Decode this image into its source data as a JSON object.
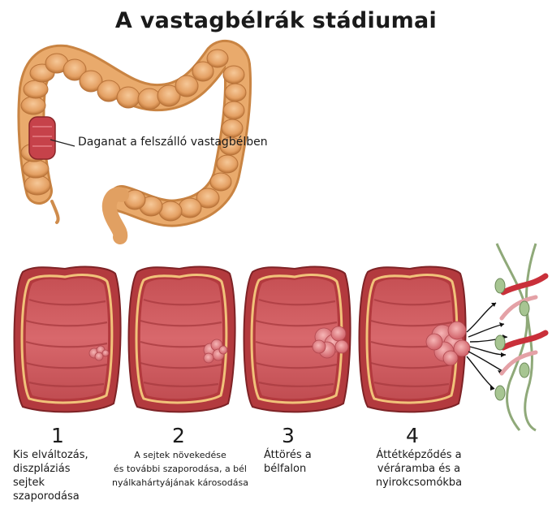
{
  "title": "A vastagbélrák stádiumai",
  "callout": {
    "lines": [
      "Daganat a felszálló",
      "vastagbélben"
    ]
  },
  "stages": [
    {
      "number": "1",
      "lines": [
        "Kis elváltozás,",
        "diszpláziás",
        "sejtek",
        "szaporodása"
      ]
    },
    {
      "number": "2",
      "lines": [
        "A sejtek növekedése",
        "és további szaporodása, a bél",
        "nyálkahártyájának károsodása"
      ]
    },
    {
      "number": "3",
      "lines": [
        "Áttörés a",
        "bélfalon"
      ]
    },
    {
      "number": "4",
      "lines": [
        "Áttétképződés a",
        "véráramba és a",
        "nyirokcsomókba"
      ]
    }
  ],
  "colors": {
    "colon": "#e8a766",
    "colon_dark": "#b86f2e",
    "wall": "#c24b4b",
    "wall_dark": "#8f2a2a",
    "mucosa": "#d9656a",
    "tumor": "#e58a8e",
    "vessel": "#c9303a",
    "lymph": "#8fa979"
  }
}
